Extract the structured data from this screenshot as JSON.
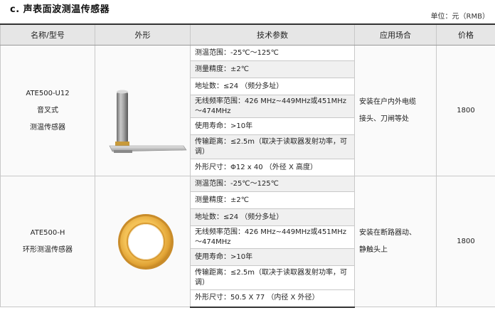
{
  "header": {
    "title": "c. 声表面波测温传感器",
    "unit": "单位：元（RMB）"
  },
  "table": {
    "columns": [
      "名称/型号",
      "外形",
      "技术参数",
      "应用场合",
      "价格"
    ]
  },
  "products": [
    {
      "name_lines": [
        "ATE500-U12",
        "音叉式",
        "测温传感器"
      ],
      "params": [
        "测温范围：-25℃～125℃",
        "测量精度：±2℃",
        "地址数：≤24 （频分多址）",
        "无线频率范围：426 MHz~449MHz或451MHz～474MHz",
        "使用寿命：>10年",
        "传输距离：≤2.5m（取决于读取器发射功率，可调）",
        "外形尺寸：Φ12 x 40 （外径 X 高度）"
      ],
      "application_lines": [
        "安装在户内外电缆",
        "接头、刀闸等处"
      ],
      "price": "1800"
    },
    {
      "name_lines": [
        "ATE500-H",
        "环形测温传感器"
      ],
      "params": [
        "测温范围：-25℃～125℃",
        "测量精度：±2℃",
        "地址数：≤24 （频分多址）",
        "无线频率范围：426 MHz~449MHz或451MHz～474MHz",
        "使用寿命：>10年",
        "传输距离：≤2.5m（取决于读取器发射功率，可调）",
        "外形尺寸：50.5 X 77 （内径 X 外径）"
      ],
      "application_lines": [
        "安装在断路器动、",
        "静触头上"
      ],
      "price": "1800"
    }
  ]
}
